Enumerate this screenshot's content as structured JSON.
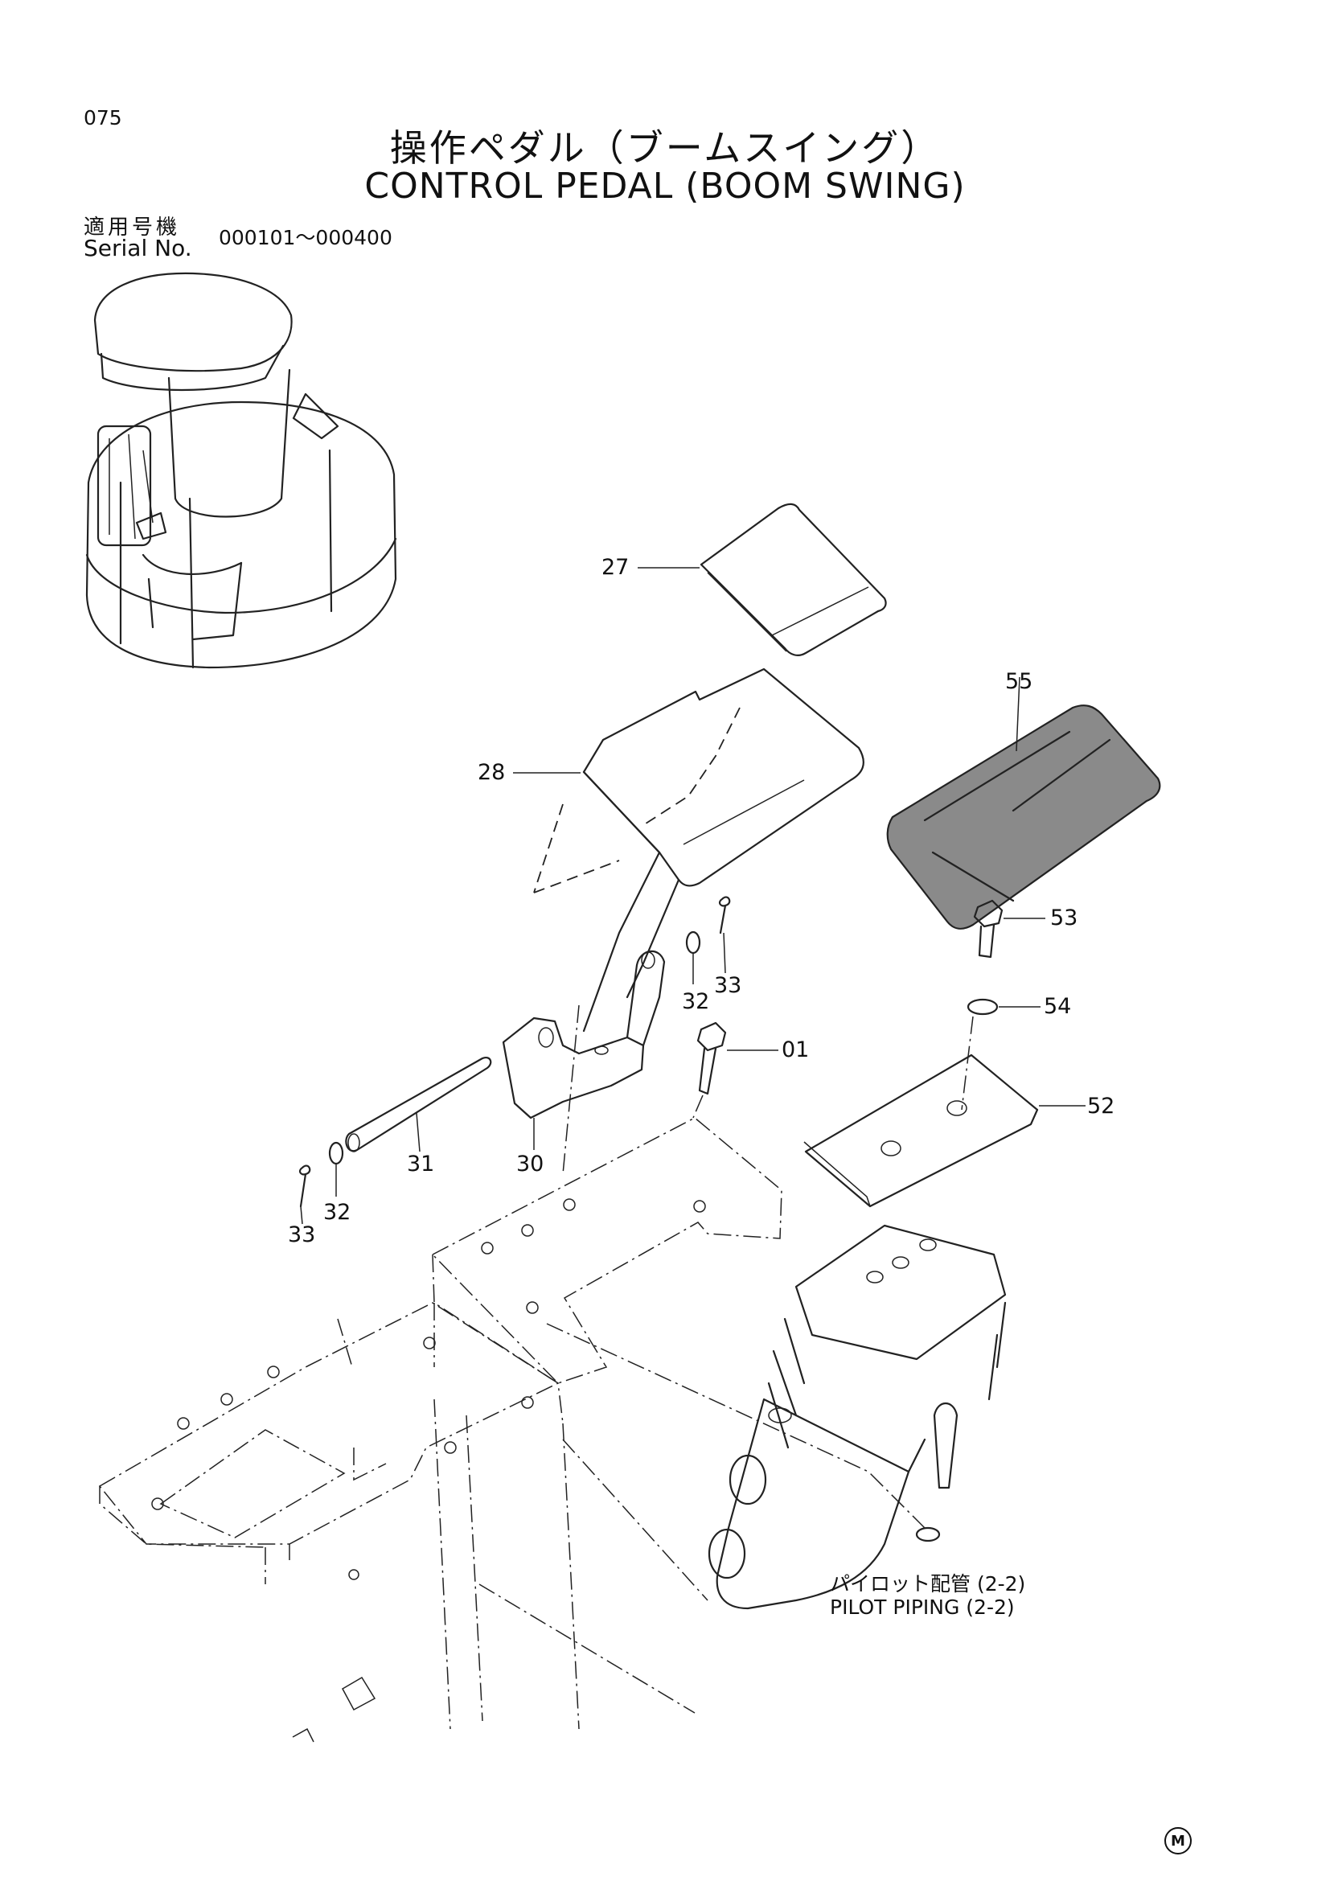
{
  "header": {
    "page_number": "075",
    "title_jp": "操作ペダル（ブームスイング）",
    "title_en": "CONTROL PEDAL (BOOM SWING)",
    "serial_label_jp": "適用号機",
    "serial_label_en": "Serial No.",
    "serial_range": "000101～000400"
  },
  "callouts": {
    "c27": "27",
    "c28": "28",
    "c55": "55",
    "c53": "53",
    "c54": "54",
    "c52": "52",
    "c01": "01",
    "c32a": "32",
    "c33a": "33",
    "c30": "30",
    "c31": "31",
    "c32b": "32",
    "c33b": "33"
  },
  "notes": {
    "pilot_jp": "パイロット配管 (2-2)",
    "pilot_en": "PILOT PIPING (2-2)"
  },
  "mark": "M"
}
